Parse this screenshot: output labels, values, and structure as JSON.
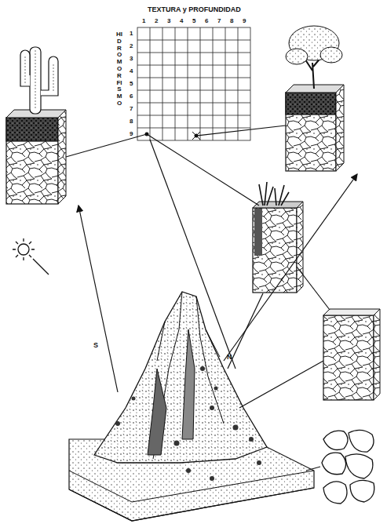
{
  "diagram": {
    "labels": [
      "TEXTURA y PROFUNDIDAD",
      "1",
      "2",
      "3",
      "4",
      "5",
      "6",
      "7",
      "8",
      "9",
      "HIDROMORFISMO",
      "1",
      "2",
      "3",
      "4",
      "5",
      "6",
      "7",
      "8",
      "9",
      "S",
      "N"
    ]
  }
}
